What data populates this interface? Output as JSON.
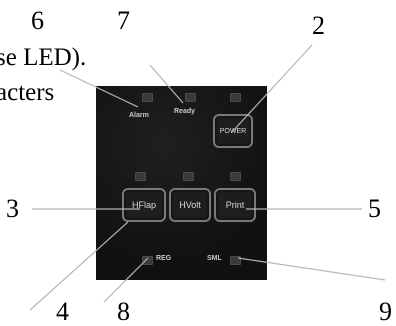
{
  "document_fragments": {
    "line1": "se LED).",
    "line2": "acters"
  },
  "callouts": {
    "c6": "6",
    "c7": "7",
    "c2": "2",
    "c3": "3",
    "c5": "5",
    "c4": "4",
    "c8": "8",
    "c9": "9"
  },
  "panel": {
    "alarm_label": "Alarm",
    "ready_label": "Ready",
    "reg_label": "REG",
    "sml_label": "SML",
    "power_button": "POWER",
    "hflap_button": "HFlap",
    "hvolt_button": "HVolt",
    "print_button": "Print"
  },
  "colors": {
    "panel_background": "#141414",
    "button_border": "#7a7a7a",
    "leader_lines": "#b5b5b5"
  }
}
